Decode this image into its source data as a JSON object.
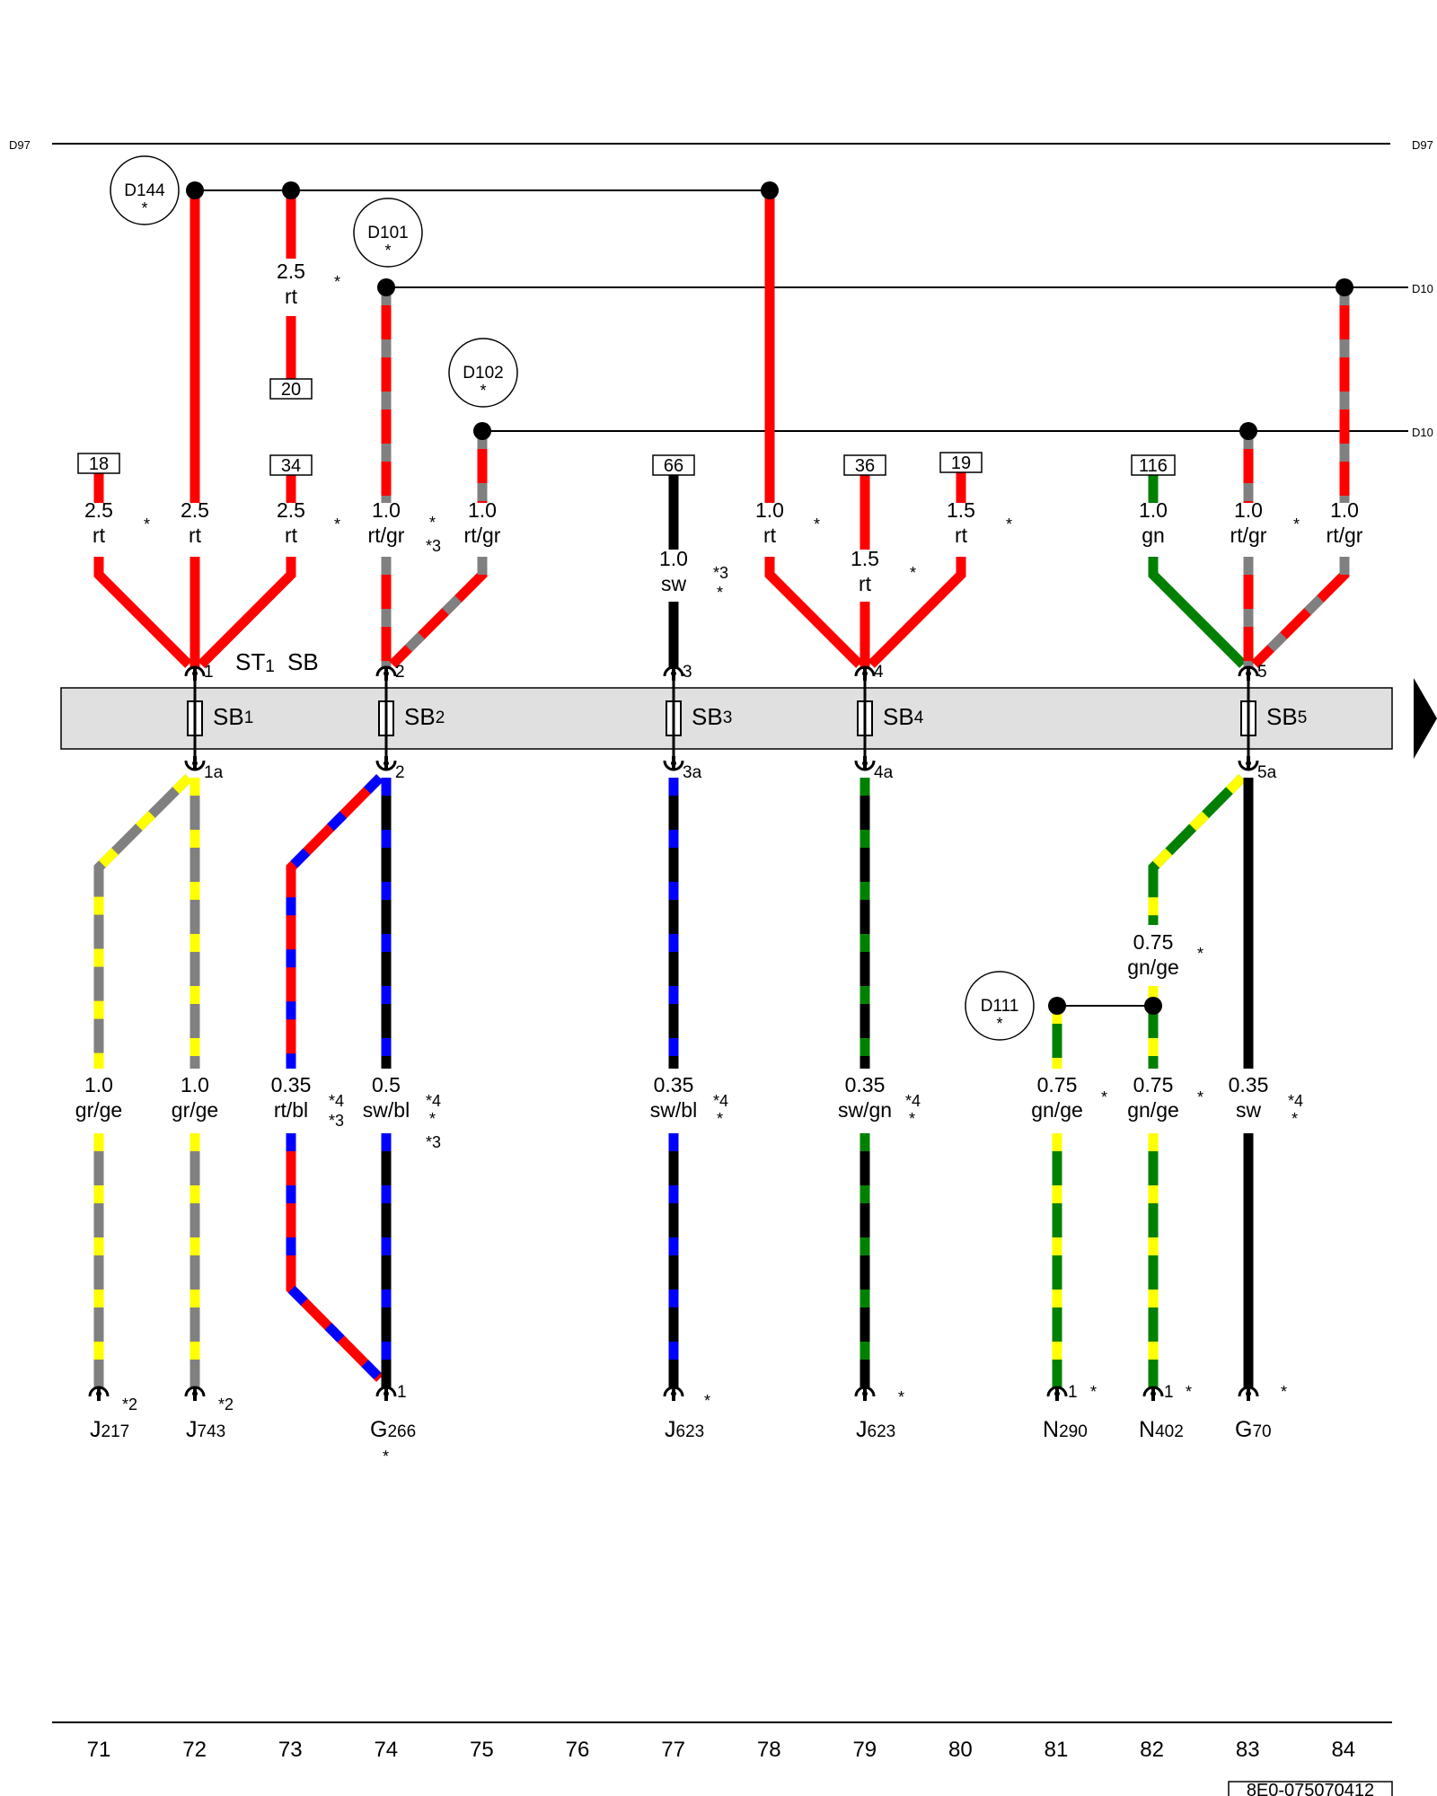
{
  "diagram": {
    "buses": [
      {
        "left": "D97",
        "right": "D97"
      },
      {
        "right": "D10"
      },
      {
        "right": "D10"
      }
    ],
    "nodes": [
      "D144",
      "D101",
      "D102",
      "D111"
    ],
    "node_star": "*",
    "refs": [
      "18",
      "20",
      "34",
      "66",
      "36",
      "19",
      "116"
    ],
    "wires_top": [
      {
        "size": "2.5",
        "color": "rt"
      },
      {
        "size": "2.5",
        "color": "rt"
      },
      {
        "size": "2.5",
        "color": "rt"
      },
      {
        "size": "2.5",
        "color": "rt"
      },
      {
        "size": "1.0",
        "color": "rt/gr"
      },
      {
        "size": "1.0",
        "color": "rt/gr"
      },
      {
        "size": "1.0",
        "color": "sw"
      },
      {
        "size": "1.0",
        "color": "rt"
      },
      {
        "size": "1.5",
        "color": "rt"
      },
      {
        "size": "1.5",
        "color": "rt"
      },
      {
        "size": "1.0",
        "color": "gn"
      },
      {
        "size": "1.0",
        "color": "rt/gr"
      },
      {
        "size": "1.0",
        "color": "rt/gr"
      },
      {
        "size": "0.75",
        "color": "gn/ge"
      }
    ],
    "wires_bottom": [
      {
        "size": "1.0",
        "color": "gr/ge"
      },
      {
        "size": "1.0",
        "color": "gr/ge"
      },
      {
        "size": "0.35",
        "color": "rt/bl"
      },
      {
        "size": "0.5",
        "color": "sw/bl"
      },
      {
        "size": "0.35",
        "color": "sw/bl"
      },
      {
        "size": "0.35",
        "color": "sw/gn"
      },
      {
        "size": "0.75",
        "color": "gn/ge"
      },
      {
        "size": "0.75",
        "color": "gn/ge"
      },
      {
        "size": "0.35",
        "color": "sw"
      }
    ],
    "stars": [
      "*",
      "*3",
      "*4",
      "*2"
    ],
    "fuse_block": {
      "label_main": "ST",
      "label_main_sub": "1",
      "label_extra": "SB",
      "fuses": [
        {
          "main": "SB",
          "sub": "1",
          "pin_top": "1",
          "pin_bottom": "1a"
        },
        {
          "main": "SB",
          "sub": "2",
          "pin_top": "2",
          "pin_bottom": "2"
        },
        {
          "main": "SB",
          "sub": "3",
          "pin_top": "3",
          "pin_bottom": "3a"
        },
        {
          "main": "SB",
          "sub": "4",
          "pin_top": "4",
          "pin_bottom": "4a"
        },
        {
          "main": "SB",
          "sub": "5",
          "pin_top": "5",
          "pin_bottom": "5a"
        }
      ]
    },
    "components": [
      {
        "main": "J",
        "sub": "217"
      },
      {
        "main": "J",
        "sub": "743"
      },
      {
        "main": "G",
        "sub": "266"
      },
      {
        "main": "J",
        "sub": "623"
      },
      {
        "main": "J",
        "sub": "623"
      },
      {
        "main": "N",
        "sub": "290"
      },
      {
        "main": "N",
        "sub": "402"
      },
      {
        "main": "G",
        "sub": "70"
      }
    ],
    "pin_one": "1",
    "axis_numbers": [
      "71",
      "72",
      "73",
      "74",
      "75",
      "76",
      "77",
      "78",
      "79",
      "80",
      "81",
      "82",
      "83",
      "84"
    ],
    "doc_id": "8E0-075070412",
    "colors": {
      "red": "#ff0000",
      "grey": "#808080",
      "yellow": "#ffff00",
      "blue": "#0000ff",
      "green": "#008000",
      "black": "#000000",
      "fuse_block_fill": "#e0e0e0"
    }
  }
}
